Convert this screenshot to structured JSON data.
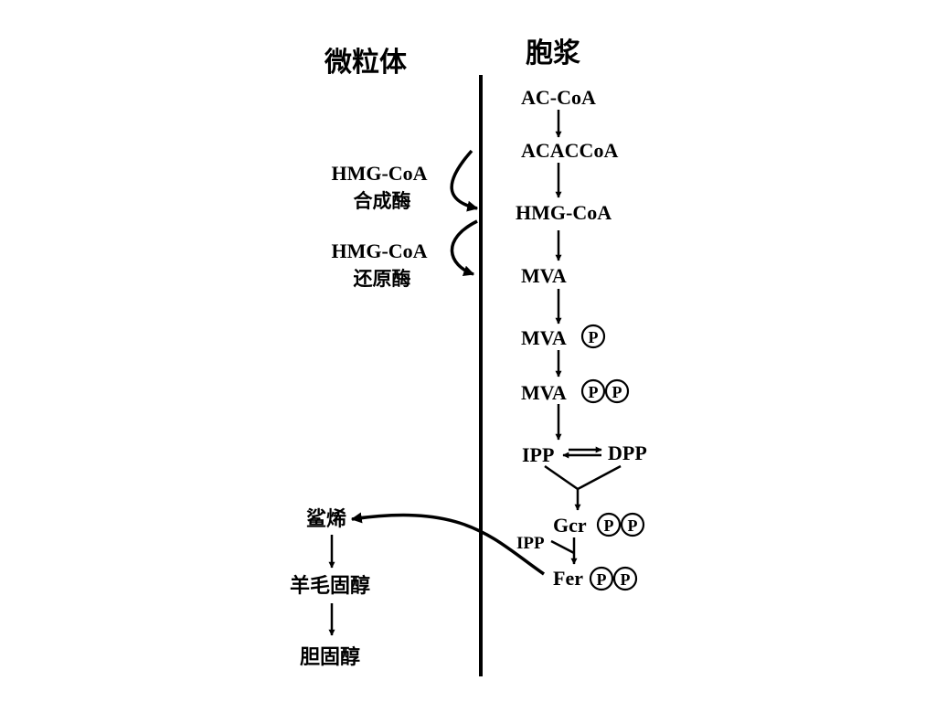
{
  "headers": {
    "left": "微粒体",
    "right": "胞浆"
  },
  "cytosol_steps": [
    "AC-CoA",
    "ACACCoA",
    "HMG-CoA",
    "MVA",
    "MVA",
    "MVA"
  ],
  "phosphate_symbol": "P",
  "isomers": {
    "left": "IPP",
    "right": "DPP"
  },
  "condensation": {
    "gcr": "Gcr",
    "ipp": "IPP",
    "fer": "Fer"
  },
  "enzymes": [
    {
      "line1": "HMG-CoA",
      "line2": "合成酶"
    },
    {
      "line1": "HMG-CoA",
      "line2": "还原酶"
    }
  ],
  "microsome_steps": [
    "鲨烯",
    "羊毛固醇",
    "胆固醇"
  ]
}
